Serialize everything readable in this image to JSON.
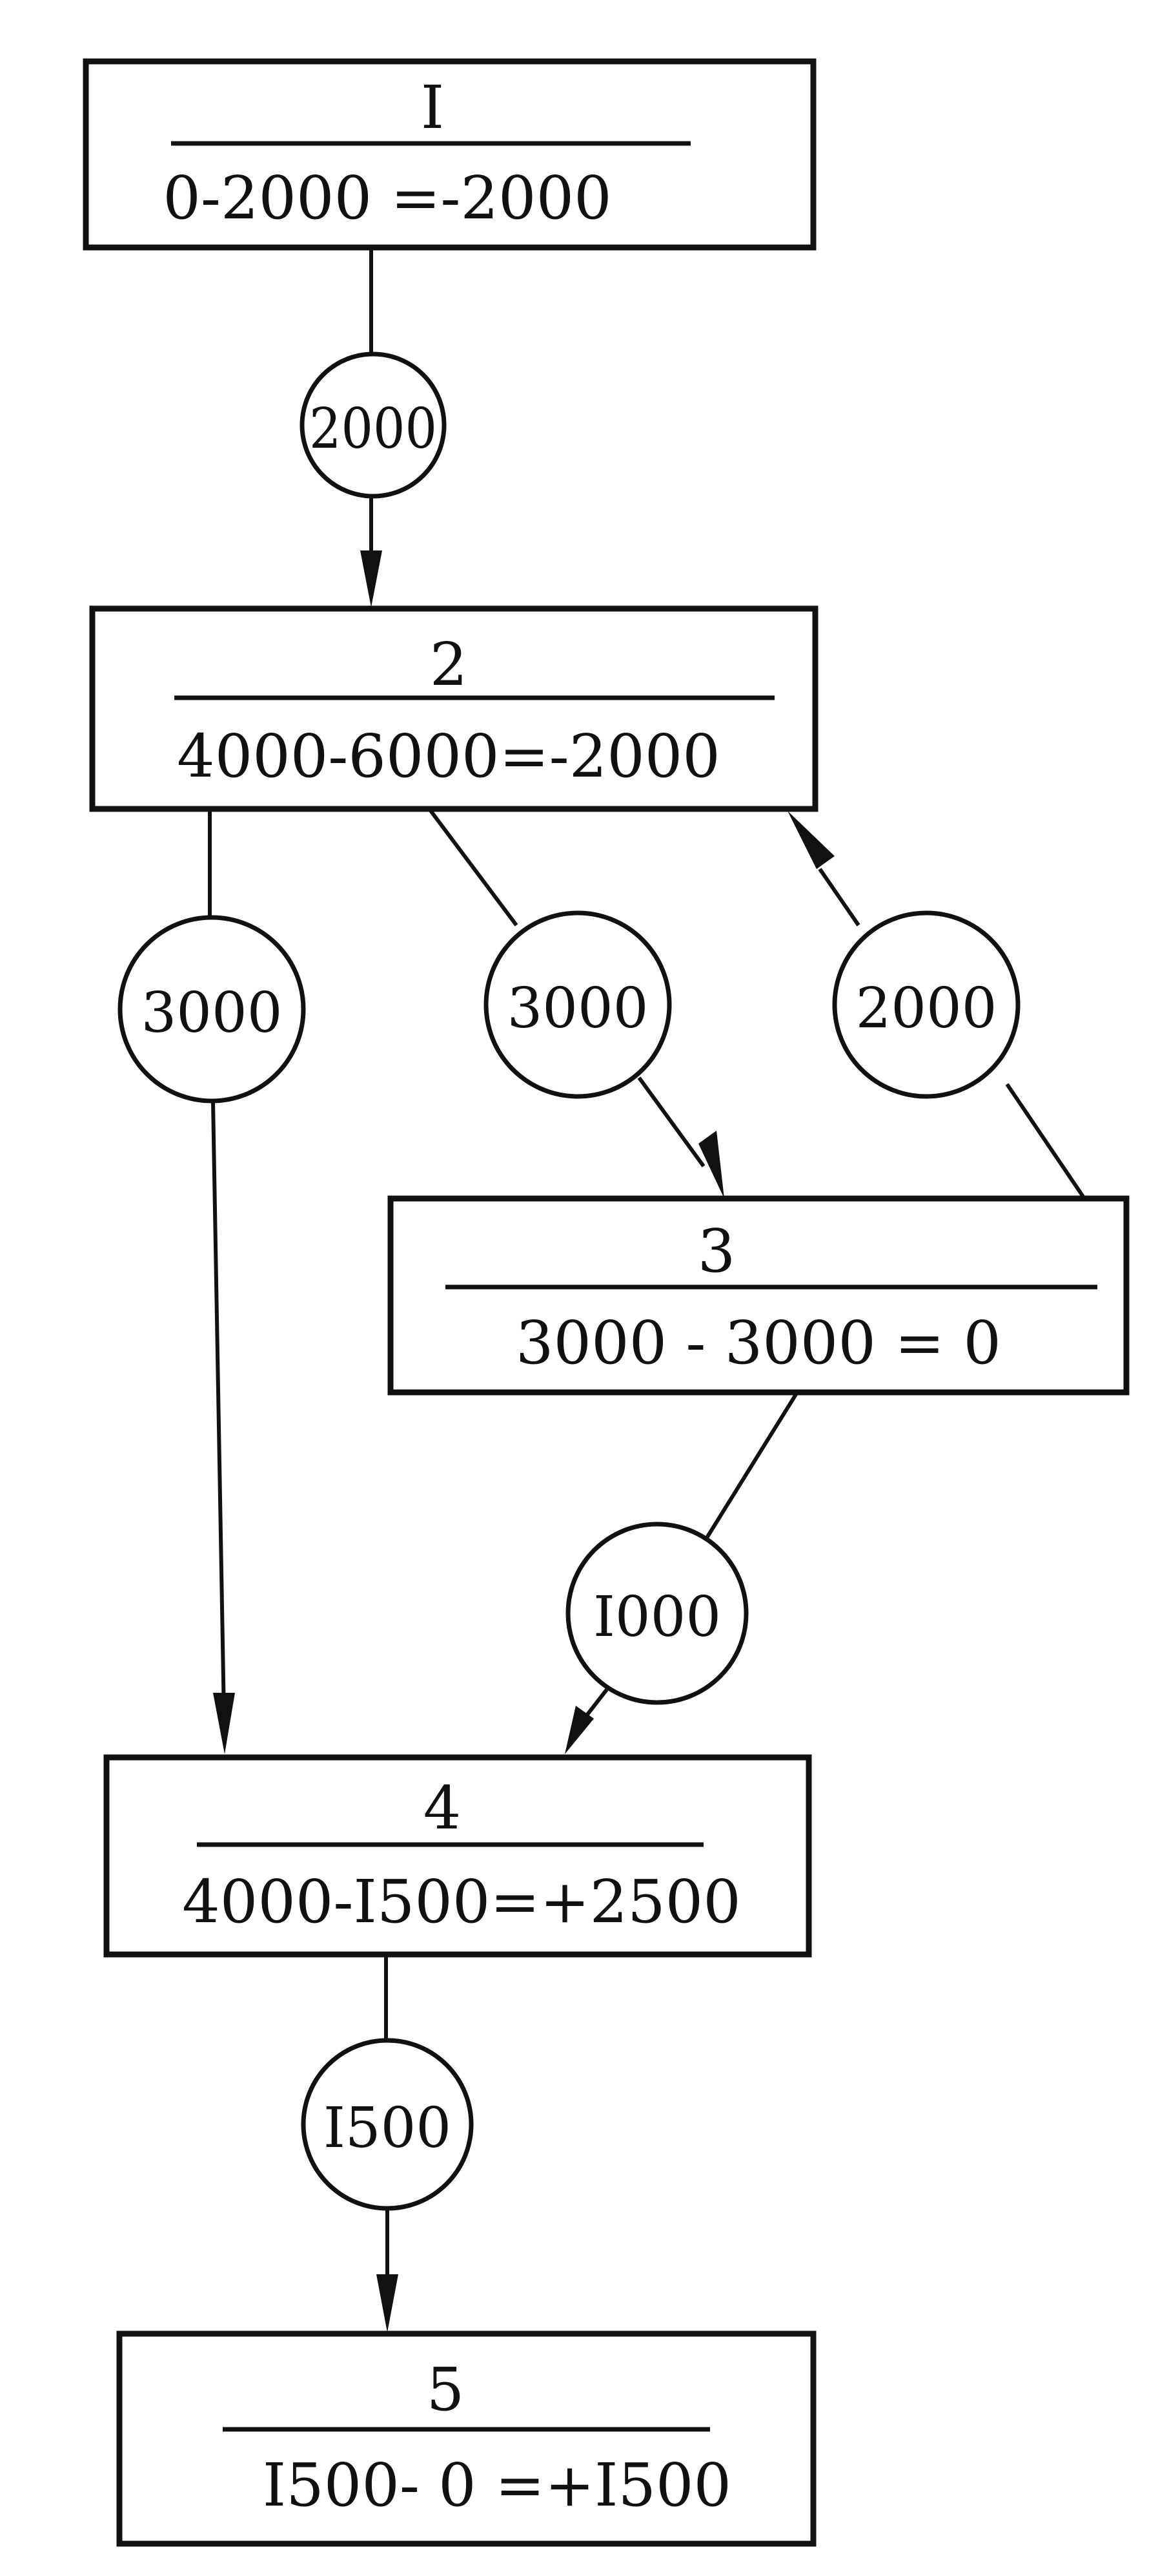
{
  "nodes": [
    {
      "id": "1",
      "title": "I",
      "equation": "0-2000 =-2000"
    },
    {
      "id": "2",
      "title": "2",
      "equation": "4000-6000=-2000"
    },
    {
      "id": "3",
      "title": "3",
      "equation": "3000 - 3000 = 0"
    },
    {
      "id": "4",
      "title": "4",
      "equation": "4000-I500=+2500"
    },
    {
      "id": "5",
      "title": "5",
      "equation": "I500- 0 =+I500"
    }
  ],
  "edges": [
    {
      "from": "1",
      "to": "2",
      "label": "2000"
    },
    {
      "from": "2",
      "to": "4",
      "label": "3000"
    },
    {
      "from": "2",
      "to": "3",
      "label": "3000"
    },
    {
      "from": "3",
      "to": "2",
      "label": "2000"
    },
    {
      "from": "3",
      "to": "4",
      "label": "I000"
    },
    {
      "from": "4",
      "to": "5",
      "label": "I500"
    }
  ]
}
